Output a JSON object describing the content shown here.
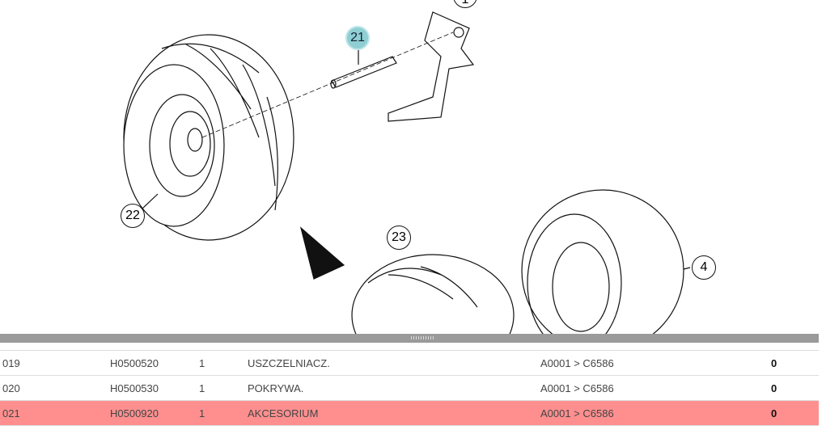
{
  "diagram": {
    "callouts": {
      "c1": "1",
      "c21": "21",
      "c22": "22",
      "c23": "23",
      "c4": "4"
    },
    "highlight_color": "#8fcfd4"
  },
  "table": {
    "rows": [
      {
        "pos": "019",
        "part": "H0500520",
        "qty": "1",
        "name": "USZCZELNIACZ.",
        "ref": "A0001 > C6586",
        "stock": "0",
        "selected": false
      },
      {
        "pos": "020",
        "part": "H0500530",
        "qty": "1",
        "name": "POKRYWA.",
        "ref": "A0001 > C6586",
        "stock": "0",
        "selected": false
      },
      {
        "pos": "021",
        "part": "H0500920",
        "qty": "1",
        "name": "AKCESORIUM",
        "ref": "A0001 > C6586",
        "stock": "0",
        "selected": true
      }
    ],
    "selected_color": "#ff8f8f"
  }
}
